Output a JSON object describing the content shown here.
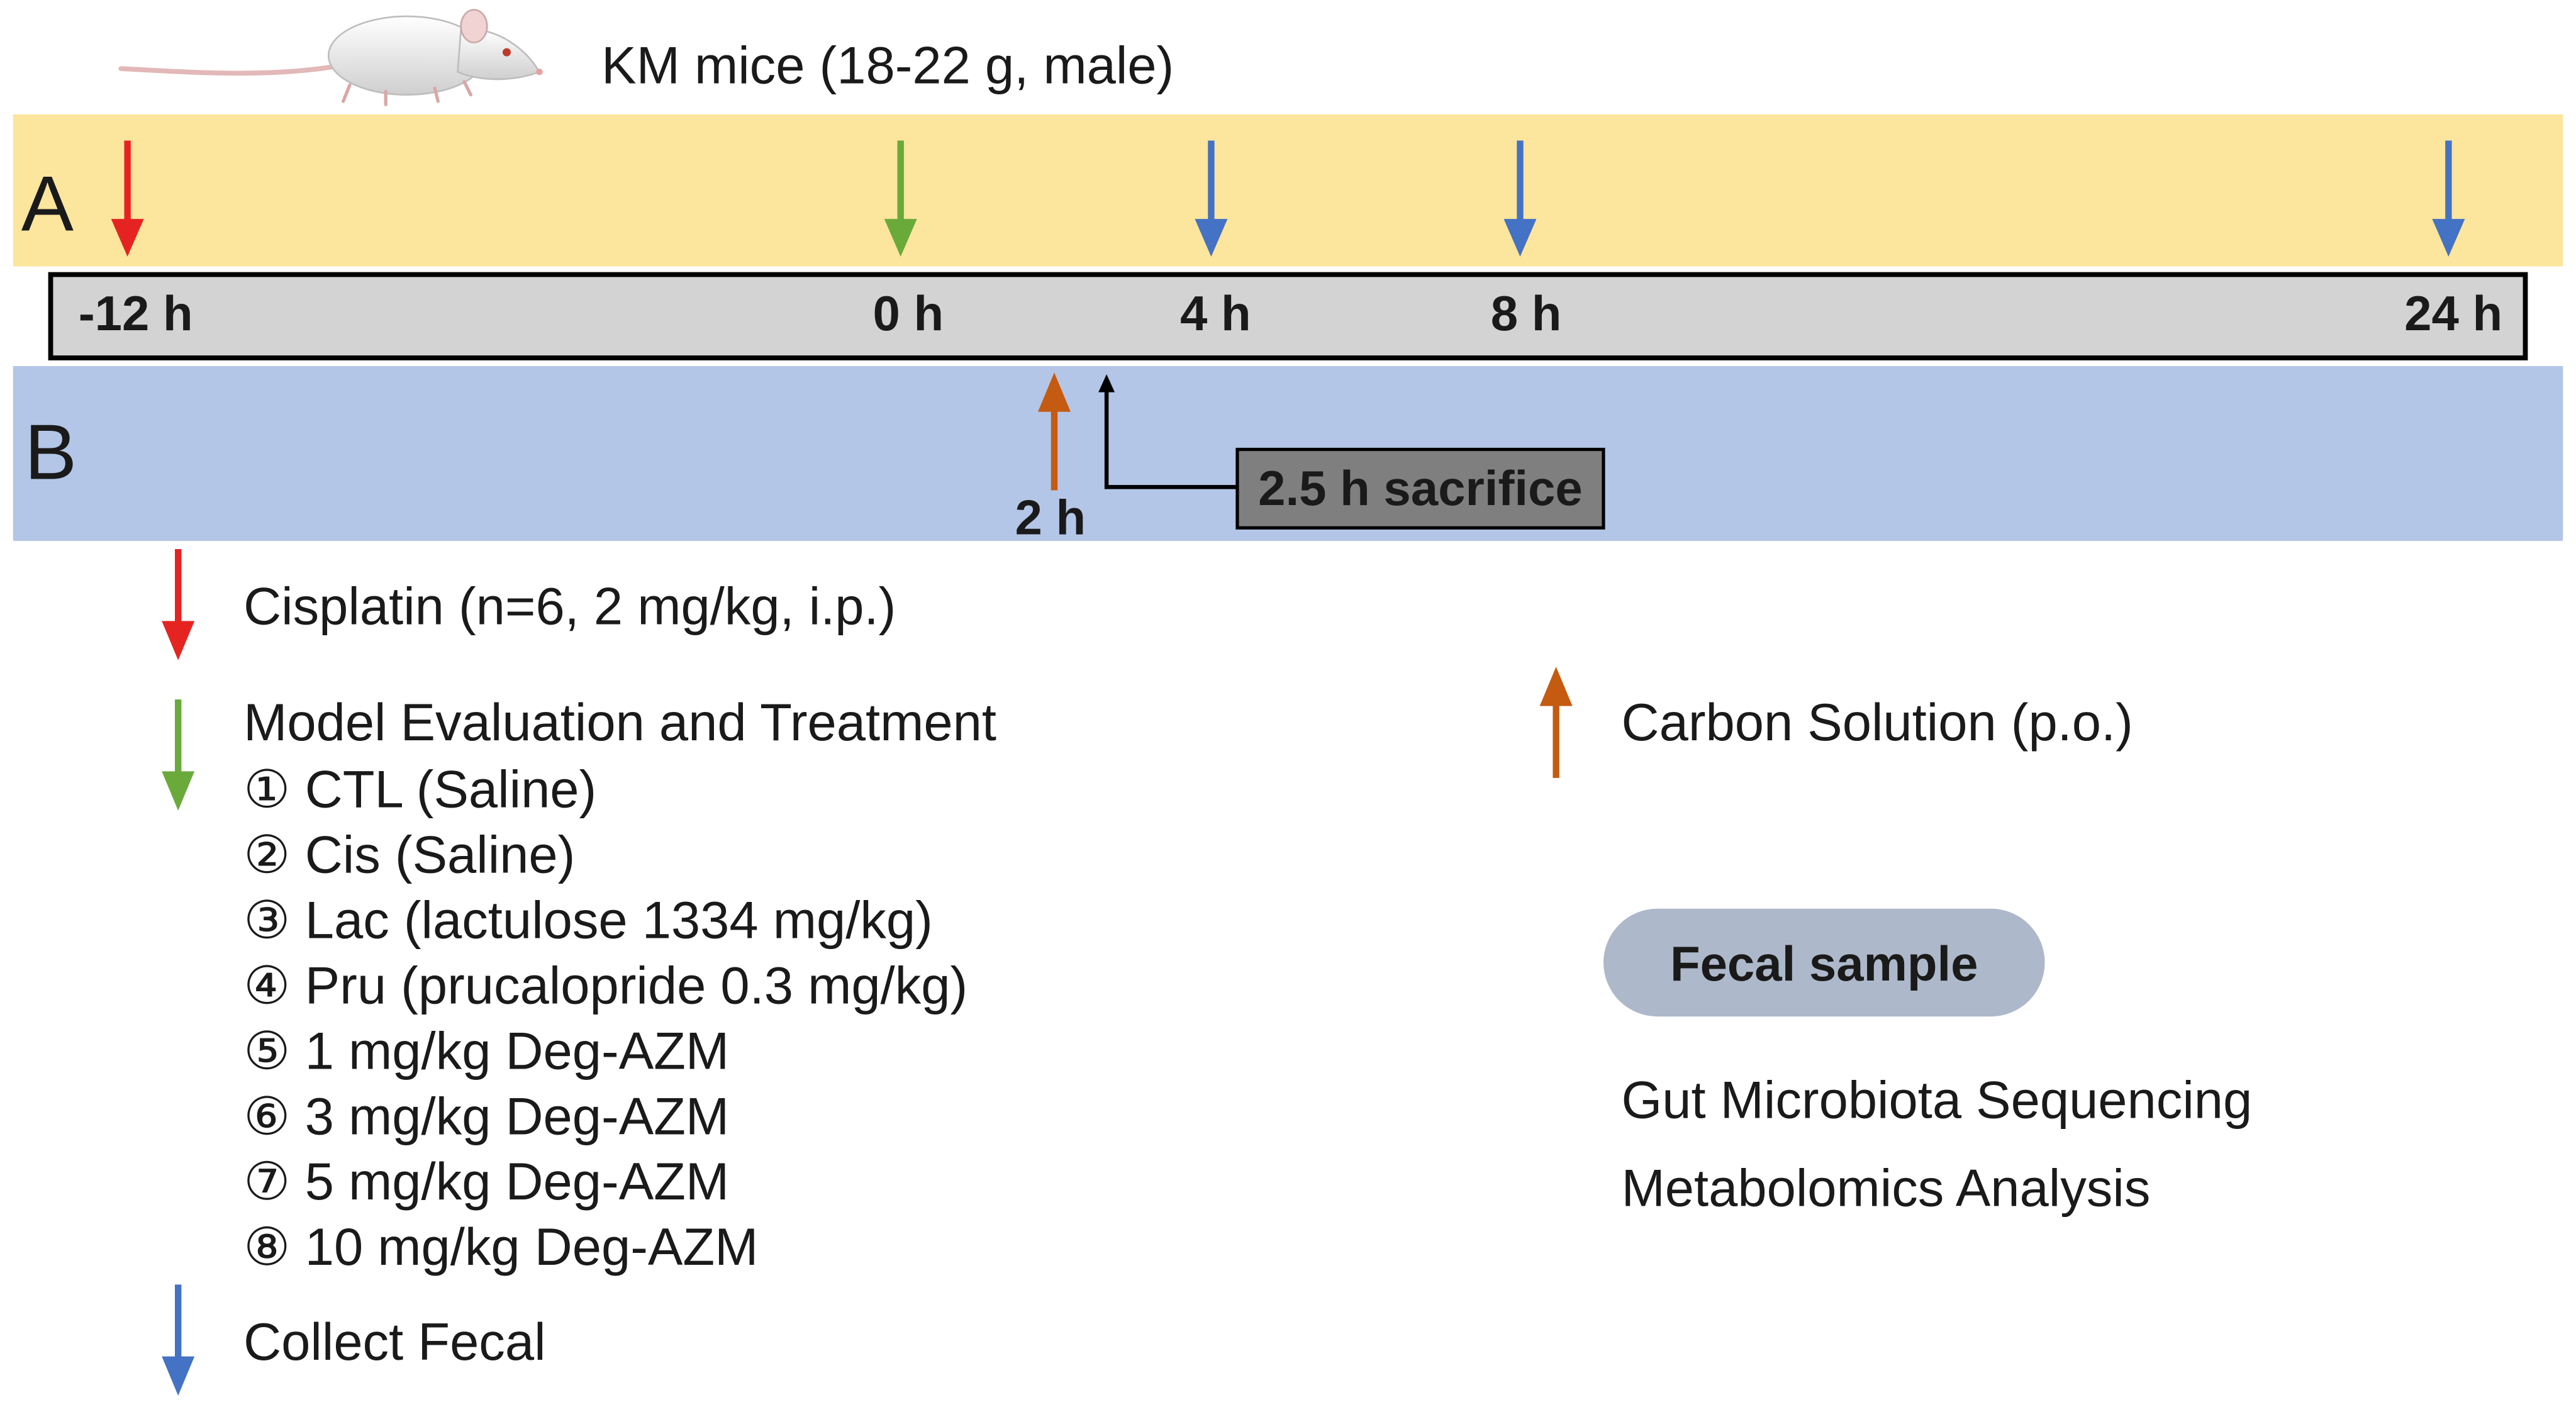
{
  "header": {
    "subject_label": "KM mice (18-22 g, male)"
  },
  "panels": {
    "a_label": "A",
    "b_label": "B"
  },
  "timeline": {
    "ticks": [
      "-12 h",
      "0 h",
      "4 h",
      "8 h",
      "24 h"
    ],
    "b_tick": "2 h",
    "sacrifice_label": "2.5 h sacrifice"
  },
  "legend": {
    "cisplatin": "Cisplatin (n=6, 2 mg/kg, i.p.)",
    "model_title": "Model Evaluation and Treatment",
    "groups": [
      "① CTL (Saline)",
      "② Cis (Saline)",
      "③ Lac (lactulose 1334 mg/kg)",
      "④ Pru (prucalopride 0.3 mg/kg)",
      "⑤ 1 mg/kg Deg-AZM",
      "⑥ 3 mg/kg Deg-AZM",
      "⑦ 5 mg/kg Deg-AZM",
      "⑧ 10 mg/kg Deg-AZM"
    ],
    "collect": "Collect Fecal",
    "carbon": "Carbon Solution (p.o.)",
    "fecal_sample": "Fecal sample",
    "analyses": [
      "Gut Microbiota Sequencing",
      "Metabolomics Analysis"
    ]
  },
  "colors": {
    "band_a": "#fce59c",
    "band_b": "#b3c6e7",
    "timeline_fill": "#d3d3d3",
    "red_arrow": "#e52421",
    "green_arrow": "#6aaa3a",
    "blue_arrow": "#4472c4",
    "orange_arrow": "#c55a11",
    "sacrifice_box": "#7f7f7f",
    "fecal_pill": "#adb9ca"
  },
  "icons": {
    "mouse": "white-mouse-icon"
  }
}
